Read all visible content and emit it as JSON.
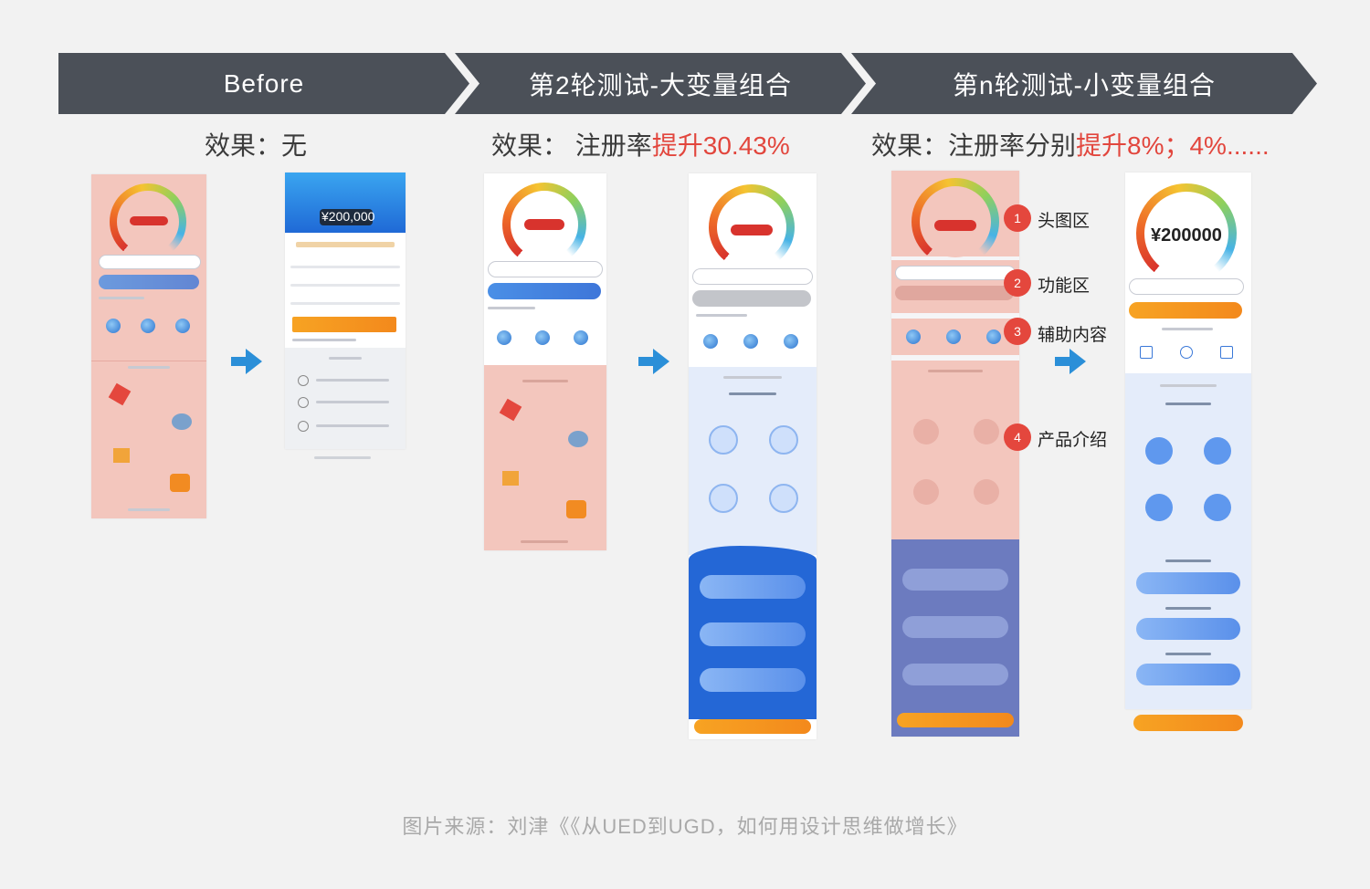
{
  "headers": [
    "Before",
    "第2轮测试-大变量组合",
    "第n轮测试-小变量组合"
  ],
  "effects": {
    "before": "效果：无",
    "round2_prefix": "效果：  注册率",
    "round2_highlight": "提升30.43%",
    "roundn_prefix": "效果：注册率分别",
    "roundn_highlight": "提升8%；4%......"
  },
  "phone_values": {
    "before_blue_amount": "¥200,000",
    "gauge_amount": "¥200000",
    "final_amount": "¥200000"
  },
  "annotations": [
    {
      "num": "1",
      "label": "头图区"
    },
    {
      "num": "2",
      "label": "功能区"
    },
    {
      "num": "3",
      "label": "辅助内容"
    },
    {
      "num": "4",
      "label": "产品介绍"
    }
  ],
  "caption": "图片来源：刘津《《从UED到UGD，如何用设计思维做增长》",
  "colors": {
    "banner": "#4b5058",
    "highlight_red": "#e2463d",
    "arrow_blue": "#2b8fd8",
    "badge_red": "#e4473d"
  }
}
